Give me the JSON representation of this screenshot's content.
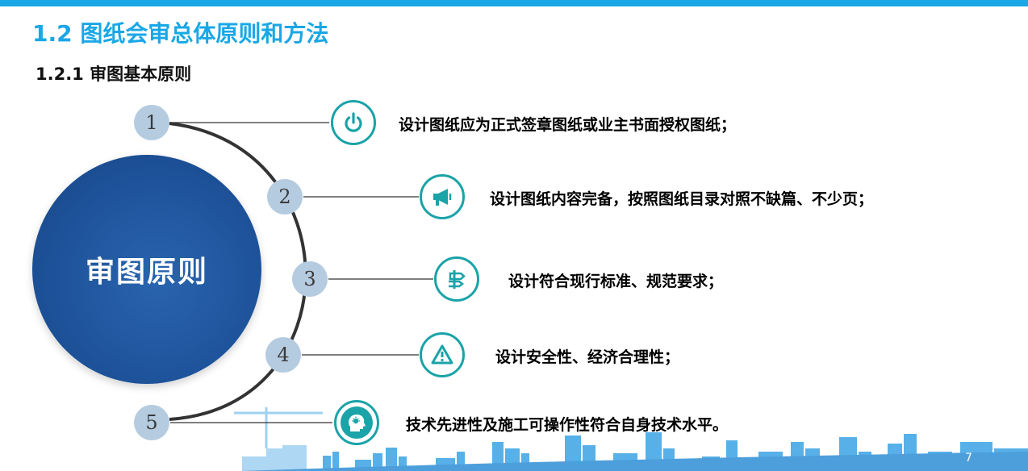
{
  "header": {
    "section_title": "1.2 图纸会审总体原则和方法",
    "subsection_title": "1.2.1 审图基本原则"
  },
  "center": {
    "label": "审图原则"
  },
  "principles": [
    {
      "number": "1",
      "icon": "power-icon",
      "text": "设计图纸应为正式签章图纸或业主书面授权图纸；"
    },
    {
      "number": "2",
      "icon": "megaphone-icon",
      "text": "设计图纸内容完备，按照图纸目录对照不缺篇、不少页；"
    },
    {
      "number": "3",
      "icon": "signpost-icon",
      "text": "设计符合现行标准、规范要求；"
    },
    {
      "number": "4",
      "icon": "warning-icon",
      "text": "设计安全性、经济合理性；"
    },
    {
      "number": "5",
      "icon": "head-idea-icon",
      "text": "技术先进性及施工可操作性符合自身技术水平。"
    }
  ],
  "footer": {
    "page_number": "7"
  },
  "colors": {
    "title_blue": "#1aa7e6",
    "circle_blue": "#1d5299",
    "teal": "#1aa3a8",
    "number_bg": "#b5cbe0"
  }
}
